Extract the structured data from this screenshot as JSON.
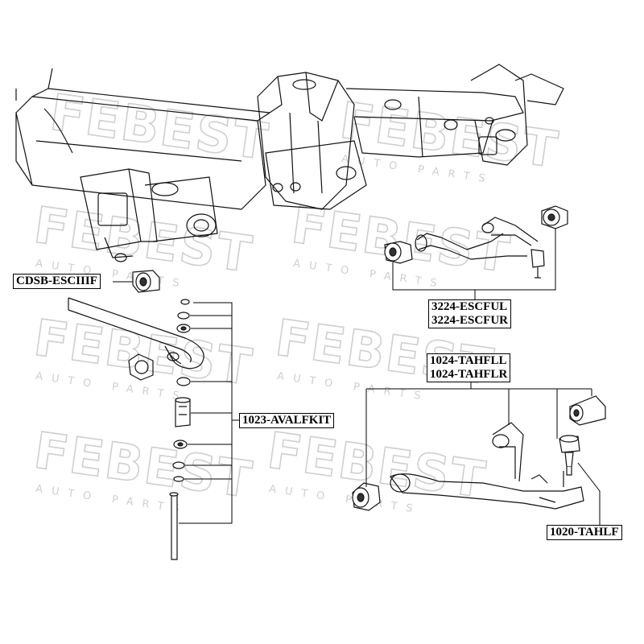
{
  "watermark": {
    "brand": "FEBEST",
    "tagline": "AUTO PARTS"
  },
  "labels": {
    "stabilizer_bushing": "CDSB-ESCIIIF",
    "upper_arm": [
      "3224-ESCFUL",
      "3224-ESCFUR"
    ],
    "lower_arm": [
      "1024-TAHFLL",
      "1024-TAHFLR"
    ],
    "link_kit": "1023-AVALFKIT",
    "ball_joint": "1020-TAHLF"
  }
}
